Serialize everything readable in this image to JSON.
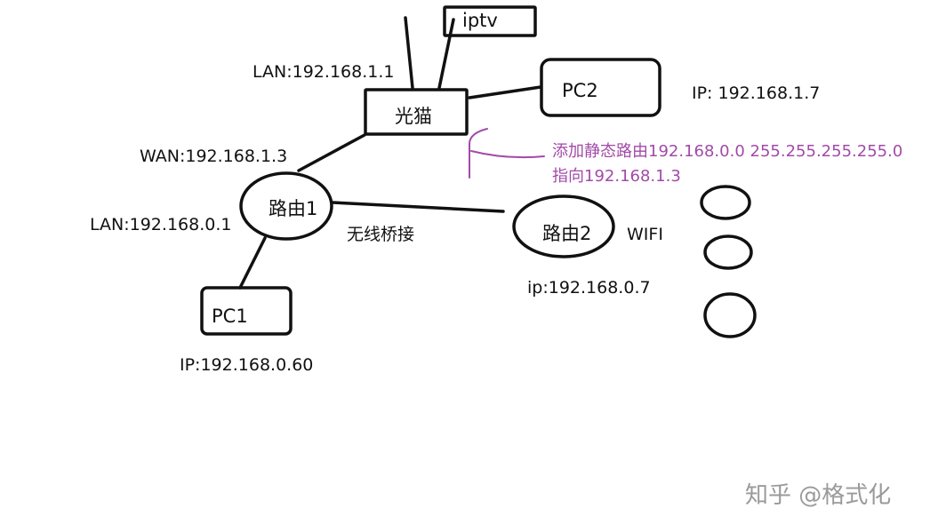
{
  "nodes": {
    "iptv": "iptv",
    "modem": "光猫",
    "pc2": "PC2",
    "router1": "路由1",
    "router2": "路由2",
    "pc1": "PC1"
  },
  "labels": {
    "modem_lan": "LAN:192.168.1.1",
    "router1_wan": "WAN:192.168.1.3",
    "router1_lan": "LAN:192.168.0.1",
    "pc2_ip": "IP: 192.168.1.7",
    "wireless_bridge": "无线桥接",
    "router2_wifi": "WIFI",
    "router2_ip": "ip:192.168.0.7",
    "pc1_ip": "IP:192.168.0.60"
  },
  "annotation": {
    "line1": "添加静态路由192.168.0.0 255.255.255.255.0",
    "line2": "指向192.168.1.3",
    "color": "#a24aa8"
  },
  "watermark": "知乎 @格式化"
}
